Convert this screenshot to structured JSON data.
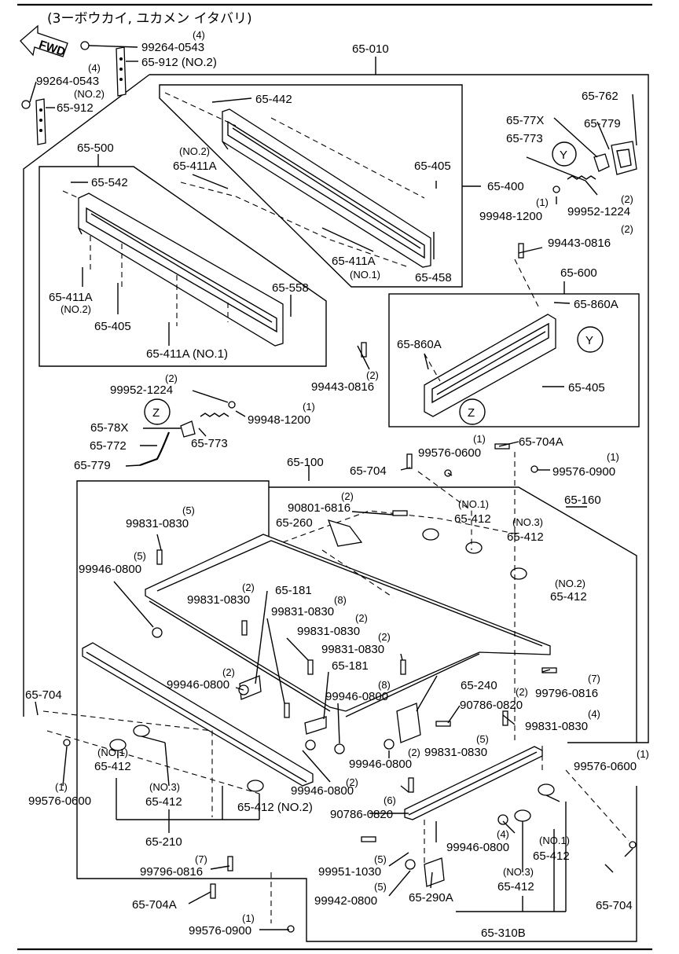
{
  "title": "(3ーボウカイ, ユカメン イタバリ)",
  "fwd": "FWD",
  "callouts": {
    "a1": "Y",
    "a2": "Y",
    "a3": "Z",
    "a4": "Z"
  },
  "labels": [
    {
      "id": "l1",
      "text": "(4)"
    },
    {
      "id": "l2",
      "text": "99264-0543"
    },
    {
      "id": "l3",
      "text": "65-912 (NO.2)"
    },
    {
      "id": "l4",
      "text": "65-010"
    },
    {
      "id": "l5",
      "text": "(4)"
    },
    {
      "id": "l6",
      "text": "99264-0543"
    },
    {
      "id": "l7",
      "text": "(NO.2)"
    },
    {
      "id": "l8",
      "text": "65-912"
    },
    {
      "id": "l9",
      "text": "65-442"
    },
    {
      "id": "l10",
      "text": "65-762"
    },
    {
      "id": "l11",
      "text": "65-77X"
    },
    {
      "id": "l12",
      "text": "65-779"
    },
    {
      "id": "l13",
      "text": "65-773"
    },
    {
      "id": "l14",
      "text": "65-500"
    },
    {
      "id": "l15",
      "text": "(NO.2)"
    },
    {
      "id": "l16",
      "text": "65-411A"
    },
    {
      "id": "l17",
      "text": "65-405"
    },
    {
      "id": "l18",
      "text": "65-542"
    },
    {
      "id": "l19",
      "text": "65-400"
    },
    {
      "id": "l20",
      "text": "(1)"
    },
    {
      "id": "l21",
      "text": "(2)"
    },
    {
      "id": "l22",
      "text": "99948-1200"
    },
    {
      "id": "l23",
      "text": "99952-1224"
    },
    {
      "id": "l24",
      "text": "(2)"
    },
    {
      "id": "l25",
      "text": "99443-0816"
    },
    {
      "id": "l26",
      "text": "65-411A"
    },
    {
      "id": "l27",
      "text": "(NO.1)"
    },
    {
      "id": "l28",
      "text": "65-458"
    },
    {
      "id": "l29",
      "text": "65-600"
    },
    {
      "id": "l30",
      "text": "65-558"
    },
    {
      "id": "l31",
      "text": "65-411A"
    },
    {
      "id": "l32",
      "text": "(NO.2)"
    },
    {
      "id": "l33",
      "text": "65-405"
    },
    {
      "id": "l34",
      "text": "65-860A"
    },
    {
      "id": "l35",
      "text": "65-411A (NO.1)"
    },
    {
      "id": "l36",
      "text": "65-860A"
    },
    {
      "id": "l37",
      "text": "(2)"
    },
    {
      "id": "l38",
      "text": "99443-0816"
    },
    {
      "id": "l39",
      "text": "65-405"
    },
    {
      "id": "l40",
      "text": "(2)"
    },
    {
      "id": "l41",
      "text": "99952-1224"
    },
    {
      "id": "l42",
      "text": "(1)"
    },
    {
      "id": "l43",
      "text": "99948-1200"
    },
    {
      "id": "l44",
      "text": "65-78X"
    },
    {
      "id": "l45",
      "text": "65-772"
    },
    {
      "id": "l46",
      "text": "65-773"
    },
    {
      "id": "l47",
      "text": "65-779"
    },
    {
      "id": "l48",
      "text": "(1)"
    },
    {
      "id": "l49",
      "text": "65-704A"
    },
    {
      "id": "l50",
      "text": "99576-0600"
    },
    {
      "id": "l51",
      "text": "65-100"
    },
    {
      "id": "l52",
      "text": "65-704"
    },
    {
      "id": "l53",
      "text": "(1)"
    },
    {
      "id": "l54",
      "text": "99576-0900"
    },
    {
      "id": "l55",
      "text": "65-160"
    },
    {
      "id": "l56",
      "text": "(2)"
    },
    {
      "id": "l57",
      "text": "90801-6816"
    },
    {
      "id": "l58",
      "text": "(NO.1)"
    },
    {
      "id": "l59",
      "text": "65-412"
    },
    {
      "id": "l60",
      "text": "(5)"
    },
    {
      "id": "l61",
      "text": "99831-0830"
    },
    {
      "id": "l62",
      "text": "65-260"
    },
    {
      "id": "l63",
      "text": "(NO.3)"
    },
    {
      "id": "l64",
      "text": "65-412"
    },
    {
      "id": "l65",
      "text": "(5)"
    },
    {
      "id": "l66",
      "text": "99946-0800"
    },
    {
      "id": "l67",
      "text": "(NO.2)"
    },
    {
      "id": "l68",
      "text": "65-412"
    },
    {
      "id": "l69",
      "text": "(2)"
    },
    {
      "id": "l70",
      "text": "65-181"
    },
    {
      "id": "l71",
      "text": "99831-0830"
    },
    {
      "id": "l72",
      "text": "(8)"
    },
    {
      "id": "l73",
      "text": "99831-0830"
    },
    {
      "id": "l74",
      "text": "(2)"
    },
    {
      "id": "l75",
      "text": "99831-0830"
    },
    {
      "id": "l76",
      "text": "(2)"
    },
    {
      "id": "l77",
      "text": "99831-0830"
    },
    {
      "id": "l78",
      "text": "65-181"
    },
    {
      "id": "l79",
      "text": "(2)"
    },
    {
      "id": "l80",
      "text": "99946-0800"
    },
    {
      "id": "l81",
      "text": "(8)"
    },
    {
      "id": "l82",
      "text": "99946-0800"
    },
    {
      "id": "l83",
      "text": "(7)"
    },
    {
      "id": "l84",
      "text": "99796-0816"
    },
    {
      "id": "l85",
      "text": "65-240"
    },
    {
      "id": "l86",
      "text": "(2)"
    },
    {
      "id": "l87",
      "text": "90786-0820"
    },
    {
      "id": "l88",
      "text": "99831-0830"
    },
    {
      "id": "l89",
      "text": "(4)"
    },
    {
      "id": "l90",
      "text": "65-704"
    },
    {
      "id": "l91",
      "text": "(2)"
    },
    {
      "id": "l92",
      "text": "99946-0800"
    },
    {
      "id": "l93",
      "text": "99831-0830"
    },
    {
      "id": "l94",
      "text": "(5)"
    },
    {
      "id": "l95",
      "text": "(NO.1)"
    },
    {
      "id": "l96",
      "text": "65-412"
    },
    {
      "id": "l97",
      "text": "(NO.3)"
    },
    {
      "id": "l98",
      "text": "65-412"
    },
    {
      "id": "l99",
      "text": "(2)"
    },
    {
      "id": "l100",
      "text": "99946-0800"
    },
    {
      "id": "l101",
      "text": "(1)"
    },
    {
      "id": "l102",
      "text": "99576-0600"
    },
    {
      "id": "l103",
      "text": "(1)"
    },
    {
      "id": "l104",
      "text": "99576-0600"
    },
    {
      "id": "l105",
      "text": "65-412 (NO.2)"
    },
    {
      "id": "l106",
      "text": "(6)"
    },
    {
      "id": "l107",
      "text": "90786-0820"
    },
    {
      "id": "l108",
      "text": "99946-0800"
    },
    {
      "id": "l109",
      "text": "(4)"
    },
    {
      "id": "l110",
      "text": "(NO.1)"
    },
    {
      "id": "l111",
      "text": "65-412"
    },
    {
      "id": "l112",
      "text": "65-210"
    },
    {
      "id": "l113",
      "text": "(7)"
    },
    {
      "id": "l114",
      "text": "99796-0816"
    },
    {
      "id": "l115",
      "text": "(5)"
    },
    {
      "id": "l116",
      "text": "99951-1030"
    },
    {
      "id": "l117",
      "text": "(NO.3)"
    },
    {
      "id": "l118",
      "text": "65-412"
    },
    {
      "id": "l119",
      "text": "65-704A"
    },
    {
      "id": "l120",
      "text": "(5)"
    },
    {
      "id": "l121",
      "text": "99942-0800"
    },
    {
      "id": "l122",
      "text": "65-290A"
    },
    {
      "id": "l123",
      "text": "65-704"
    },
    {
      "id": "l124",
      "text": "(1)"
    },
    {
      "id": "l125",
      "text": "99576-0900"
    },
    {
      "id": "l126",
      "text": "65-310B"
    }
  ]
}
